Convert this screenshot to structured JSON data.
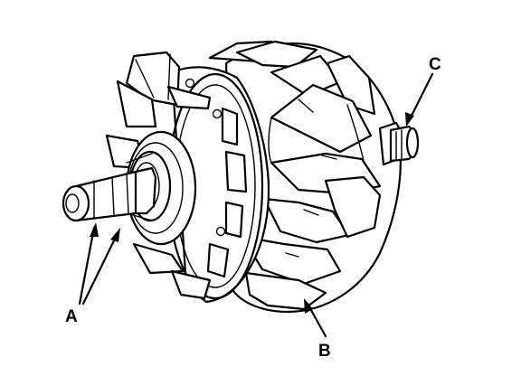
{
  "diagram": {
    "callouts": [
      {
        "id": "A",
        "label": "A"
      },
      {
        "id": "B",
        "label": "B"
      },
      {
        "id": "C",
        "label": "C"
      }
    ],
    "colors": {
      "line": "#000000",
      "background": "#ffffff"
    }
  }
}
